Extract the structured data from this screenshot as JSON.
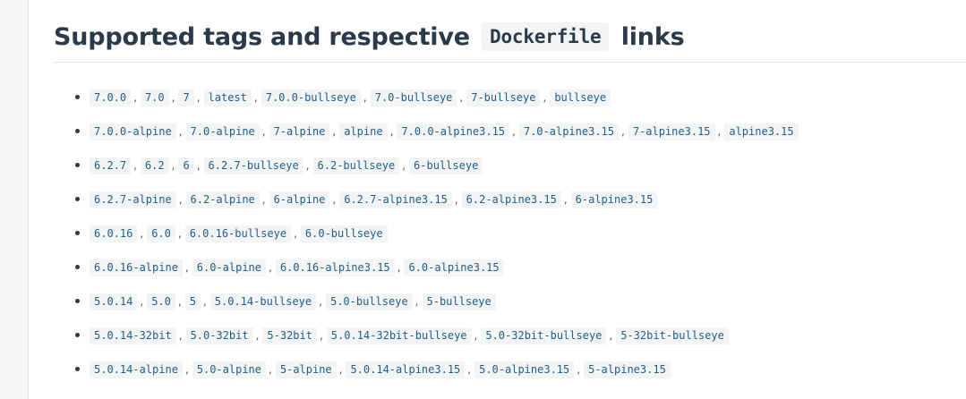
{
  "heading": {
    "prefix": "Supported tags and respective",
    "code": "Dockerfile",
    "suffix": "links"
  },
  "separator": ",",
  "tag_rows": [
    [
      "7.0.0",
      "7.0",
      "7",
      "latest",
      "7.0.0-bullseye",
      "7.0-bullseye",
      "7-bullseye",
      "bullseye"
    ],
    [
      "7.0.0-alpine",
      "7.0-alpine",
      "7-alpine",
      "alpine",
      "7.0.0-alpine3.15",
      "7.0-alpine3.15",
      "7-alpine3.15",
      "alpine3.15"
    ],
    [
      "6.2.7",
      "6.2",
      "6",
      "6.2.7-bullseye",
      "6.2-bullseye",
      "6-bullseye"
    ],
    [
      "6.2.7-alpine",
      "6.2-alpine",
      "6-alpine",
      "6.2.7-alpine3.15",
      "6.2-alpine3.15",
      "6-alpine3.15"
    ],
    [
      "6.0.16",
      "6.0",
      "6.0.16-bullseye",
      "6.0-bullseye"
    ],
    [
      "6.0.16-alpine",
      "6.0-alpine",
      "6.0.16-alpine3.15",
      "6.0-alpine3.15"
    ],
    [
      "5.0.14",
      "5.0",
      "5",
      "5.0.14-bullseye",
      "5.0-bullseye",
      "5-bullseye"
    ],
    [
      "5.0.14-32bit",
      "5.0-32bit",
      "5-32bit",
      "5.0.14-32bit-bullseye",
      "5.0-32bit-bullseye",
      "5-32bit-bullseye"
    ],
    [
      "5.0.14-alpine",
      "5.0-alpine",
      "5-alpine",
      "5.0.14-alpine3.15",
      "5.0-alpine3.15",
      "5-alpine3.15"
    ]
  ]
}
